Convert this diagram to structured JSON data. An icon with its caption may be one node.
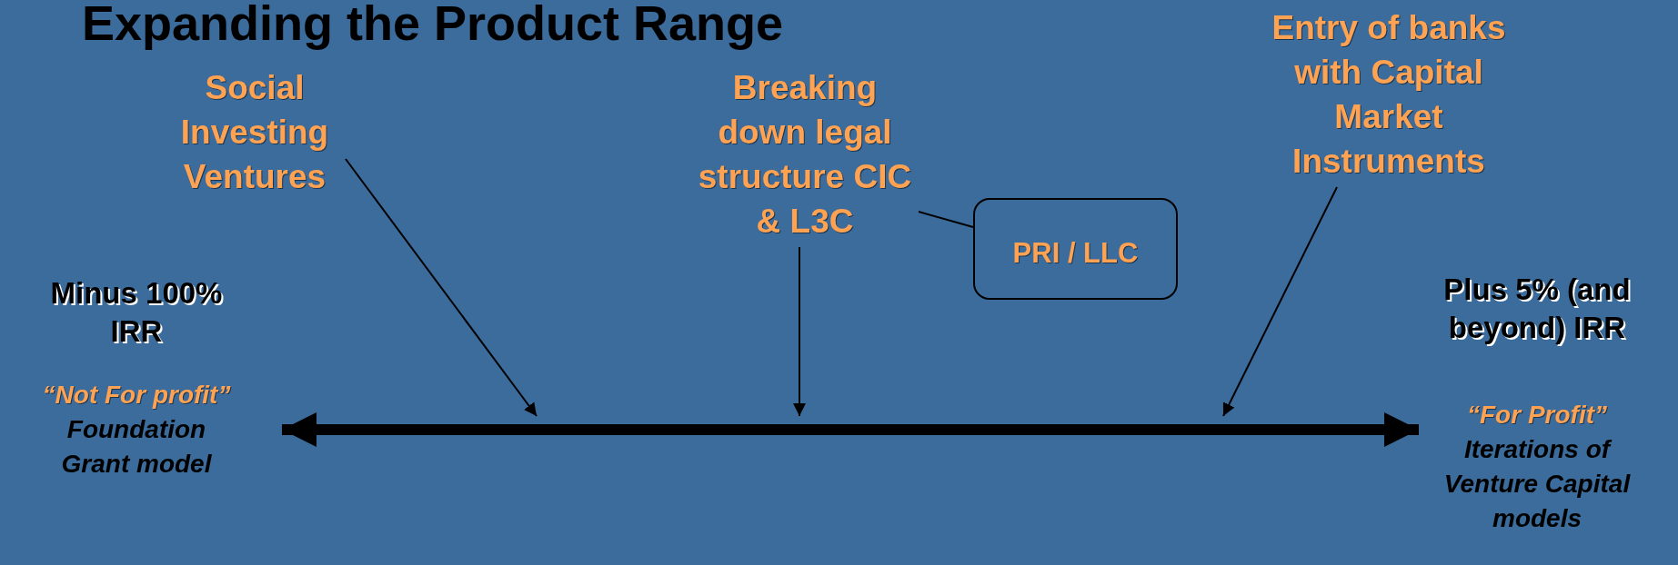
{
  "diagram": {
    "title": "Expanding the Product Range",
    "nodes": [
      {
        "text": [
          "Social Investing Ventures"
        ]
      },
      {
        "text": [
          "Breaking down legal structure CIC & L3C"
        ]
      },
      {
        "text": [
          "PRI / LLC"
        ]
      },
      {
        "text": [
          "Entry of banks with Capital Market Instruments"
        ]
      },
      {
        "text": [
          "Minus 100% IRR",
          "“Not For profit”",
          "Foundation Grant model"
        ]
      },
      {
        "text": [
          "Plus 5% (and beyond) IRR",
          "“For Profit”",
          "Iterations of Venture Capital models"
        ]
      }
    ],
    "edges": [
      {
        "from": 0,
        "to": null,
        "arrow": "to"
      },
      {
        "from": 1,
        "to": null,
        "arrow": "to"
      },
      {
        "from": 1,
        "to": 2,
        "arrow": "none"
      },
      {
        "from": 3,
        "to": null,
        "arrow": "to"
      },
      {
        "from": 4,
        "to": 5,
        "arrow": "both",
        "style": "thick"
      }
    ]
  }
}
